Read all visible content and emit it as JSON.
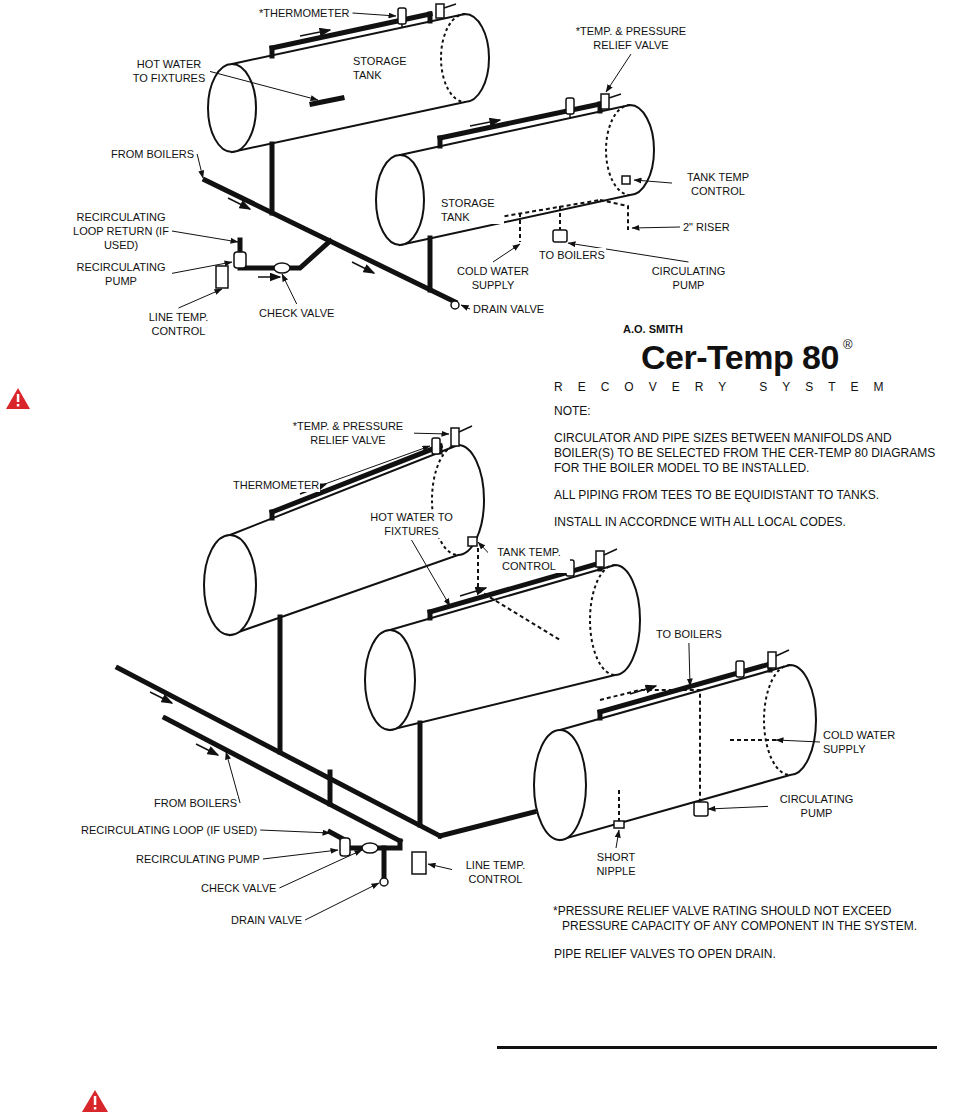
{
  "diagram": {
    "labels": [
      "*THERMOMETER",
      "*TEMP. & PRESSURE RELIEF VALVE",
      "HOT WATER TO FIXTURES",
      "STORAGE TANK",
      "FROM BOILERS",
      "TANK TEMP CONTROL",
      "STORAGE TANK",
      "2\" RISER",
      "RECIRCULATING LOOP RETURN (IF USED)",
      "RECIRCULATING PUMP",
      "TO BOILERS",
      "COLD WATER SUPPLY",
      "CIRCULATING PUMP",
      "LINE TEMP. CONTROL",
      "CHECK VALVE",
      "DRAIN VALVE",
      "A.O. SMITH",
      "Cer-Temp 80",
      "®",
      "RECOVERY SYSTEM",
      "*TEMP. & PRESSURE RELIEF VALVE",
      "THERMOMETER",
      "HOT WATER TO FIXTURES",
      "TANK TEMP. CONTROL",
      "TO BOILERS",
      "COLD WATER SUPPLY",
      "FROM BOILERS",
      "RECIRCULATING LOOP (IF USED)",
      "RECIRCULATING PUMP",
      "CHECK VALVE",
      "DRAIN VALVE",
      "SHORT NIPPLE",
      "CIRCULATING PUMP",
      "LINE TEMP. CONTROL",
      "NOTE:",
      "CIRCULATOR AND PIPE SIZES BETWEEN MANIFOLDS AND BOILER(S) TO BE SELECTED FROM THE CER-TEMP 80 DIAGRAMS FOR THE BOILER MODEL TO BE INSTALLED.",
      "ALL PIPING FROM TEES TO BE EQUIDISTANT TO TANKS.",
      "INSTALL IN ACCORDNCE WITH ALL LOCAL CODES.",
      "*PRESSURE RELIEF VALVE RATING SHOULD NOT EXCEED PRESSURE CAPACITY OF ANY COMPONENT IN THE SYSTEM.",
      "PIPE RELIEF VALVES TO OPEN DRAIN."
    ]
  }
}
